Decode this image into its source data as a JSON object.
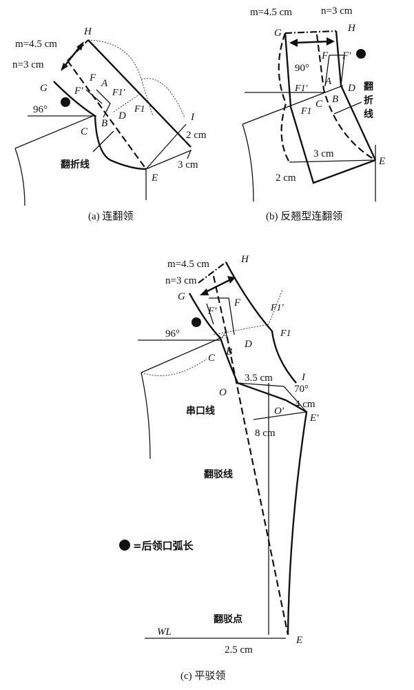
{
  "panel_a": {
    "caption": "(a) 连翻领",
    "m_label": "m=4.5 cm",
    "n_label": "n=3 cm",
    "angle": "96°",
    "points": {
      "H": "H",
      "G": "G",
      "F": "F",
      "Fp": "F′",
      "A": "A",
      "F1p": "F1′",
      "F1": "F1",
      "B": "B",
      "C": "C",
      "D": "D",
      "I": "I",
      "E": "E"
    },
    "dim_2cm": "2 cm",
    "dim_3cm": "3 cm",
    "fold_line": "翻折线"
  },
  "panel_b": {
    "caption": "(b) 反翘型连翻领",
    "m_label": "m=4.5 cm",
    "n_label": "n=3 cm",
    "angle": "90°",
    "points": {
      "G": "G",
      "H": "H",
      "F": "F",
      "Fp": "F′",
      "A": "A",
      "F1p": "F1′",
      "F1": "F1",
      "C": "C",
      "B": "B",
      "D": "D",
      "E": "E"
    },
    "dim_3cm": "3 cm",
    "dim_2cm": "2 cm",
    "fold_line": "翻折线"
  },
  "panel_c": {
    "caption": "(c) 平驳领",
    "m_label": "m=4.5 cm",
    "n_label": "n=3 cm",
    "angle_96": "96°",
    "angle_70": "70°",
    "points": {
      "H": "H",
      "G": "G",
      "F": "F",
      "Fp": "F′",
      "F1p": "F1′",
      "F1": "F1",
      "A": "A",
      "B": "B",
      "C": "C",
      "D": "D",
      "O": "O",
      "Op": "O′",
      "I": "I",
      "Ep": "E′",
      "E": "E",
      "WL": "WL"
    },
    "dim_35": "3.5 cm",
    "dim_4": "4 cm",
    "dim_8": "8 cm",
    "dim_25": "2.5 cm",
    "gorge_line": "串口线",
    "lapel_line": "翻驳线",
    "break_point": "翻驳点"
  },
  "legend": {
    "text": "=后领口弧长"
  }
}
